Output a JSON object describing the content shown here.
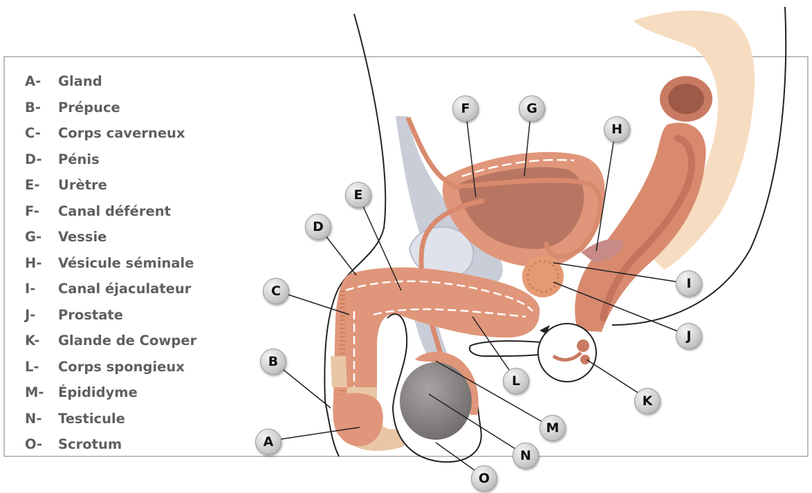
{
  "legend": [
    {
      "letter": "A-",
      "label": "Gland"
    },
    {
      "letter": "B-",
      "label": "Prépuce"
    },
    {
      "letter": "C-",
      "label": "Corps caverneux"
    },
    {
      "letter": "D-",
      "label": "Pénis"
    },
    {
      "letter": "E-",
      "label": "Urètre"
    },
    {
      "letter": "F-",
      "label": "Canal déférent"
    },
    {
      "letter": "G-",
      "label": "Vessie"
    },
    {
      "letter": "H-",
      "label": "Vésicule séminale"
    },
    {
      "letter": "I-",
      "label": "Canal éjaculateur"
    },
    {
      "letter": "J-",
      "label": "Prostate"
    },
    {
      "letter": "K-",
      "label": "Glande de Cowper"
    },
    {
      "letter": "L-",
      "label": "Corps spongieux"
    },
    {
      "letter": "M-",
      "label": "Épididyme"
    },
    {
      "letter": "N-",
      "label": "Testicule"
    },
    {
      "letter": "O-",
      "label": "Scrotum"
    }
  ],
  "callouts": {
    "a": "A",
    "b": "B",
    "c": "C",
    "d": "D",
    "e": "E",
    "f": "F",
    "g": "G",
    "h": "H",
    "i": "I",
    "j": "J",
    "k": "K",
    "l": "L",
    "m": "M",
    "n": "N",
    "o": "O"
  },
  "colors": {
    "legend_text": "#5f5f5f",
    "frame": "#9a9a9a",
    "tissue": "#e0967a",
    "tissue_dark": "#c97a62",
    "bladder_inner": "#b87561",
    "testis": "#8a8686",
    "bone": "#c9cdd8",
    "vertebra": "#f6dcc0",
    "skin": "#e9c7a6"
  }
}
